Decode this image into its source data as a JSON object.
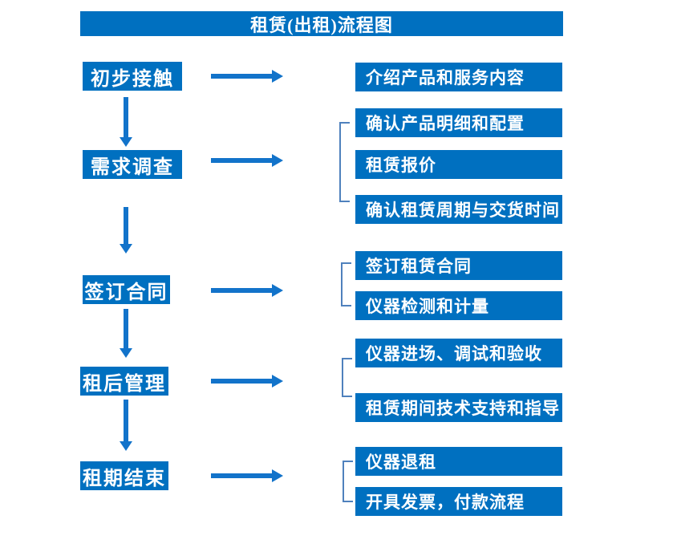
{
  "title": "租赁(出租)流程图",
  "colors": {
    "box_blue": "#0070c0",
    "arrow_blue": "#1273ca",
    "bracket_blue": "#4f81bd",
    "text_color": "#ffffff",
    "canvas_bg": "#ffffff"
  },
  "steps": [
    {
      "label": "初步接触",
      "outputs": [
        "介绍产品和服务内容"
      ]
    },
    {
      "label": "需求调查",
      "outputs": [
        "确认产品明细和配置",
        "租赁报价",
        "确认租赁周期与交货时间"
      ]
    },
    {
      "label": "签订合同",
      "outputs": [
        "签订租赁合同",
        "仪器检测和计量"
      ]
    },
    {
      "label": "租后管理",
      "outputs": [
        "仪器进场、调试和验收",
        "租赁期间技术支持和指导"
      ]
    },
    {
      "label": "租期结束",
      "outputs": [
        "仪器退租",
        "开具发票，付款流程"
      ]
    }
  ]
}
